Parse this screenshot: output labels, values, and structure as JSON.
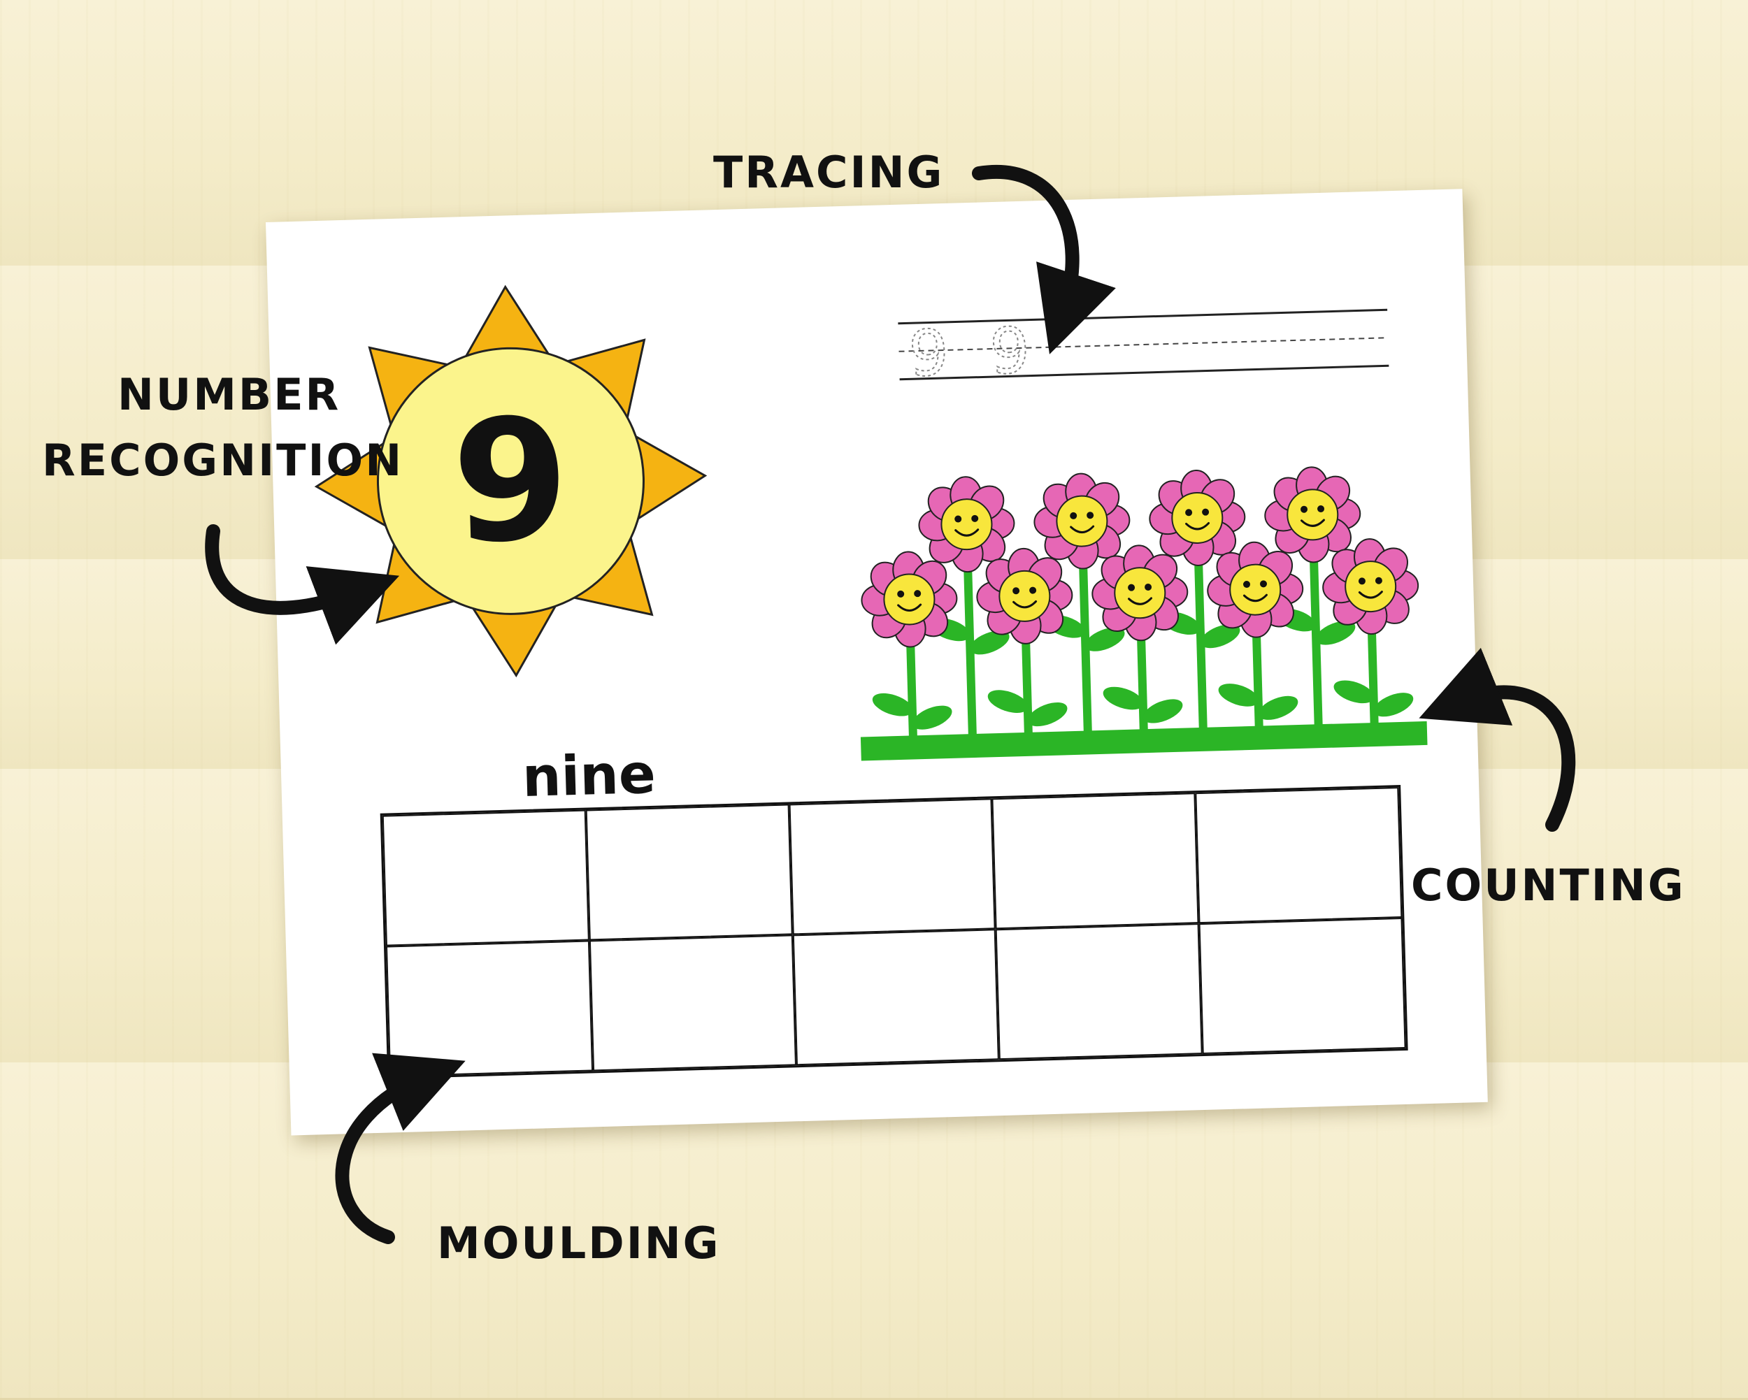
{
  "callouts": {
    "tracing": "TRACING",
    "number_recognition_line1": "NUMBER",
    "number_recognition_line2": "RECOGNITION",
    "counting": "COUNTING",
    "moulding": "MOULDING"
  },
  "worksheet": {
    "number": "9",
    "word": "nine",
    "trace_glyphs": [
      "9",
      "9"
    ],
    "flower_count": 9,
    "ten_frame_cells": 10
  },
  "colors": {
    "sun_rays": "#f5b312",
    "sun_center": "#fbf48c",
    "petals": "#e667b5",
    "flower_face": "#f8e63c",
    "stems": "#2bb526"
  }
}
